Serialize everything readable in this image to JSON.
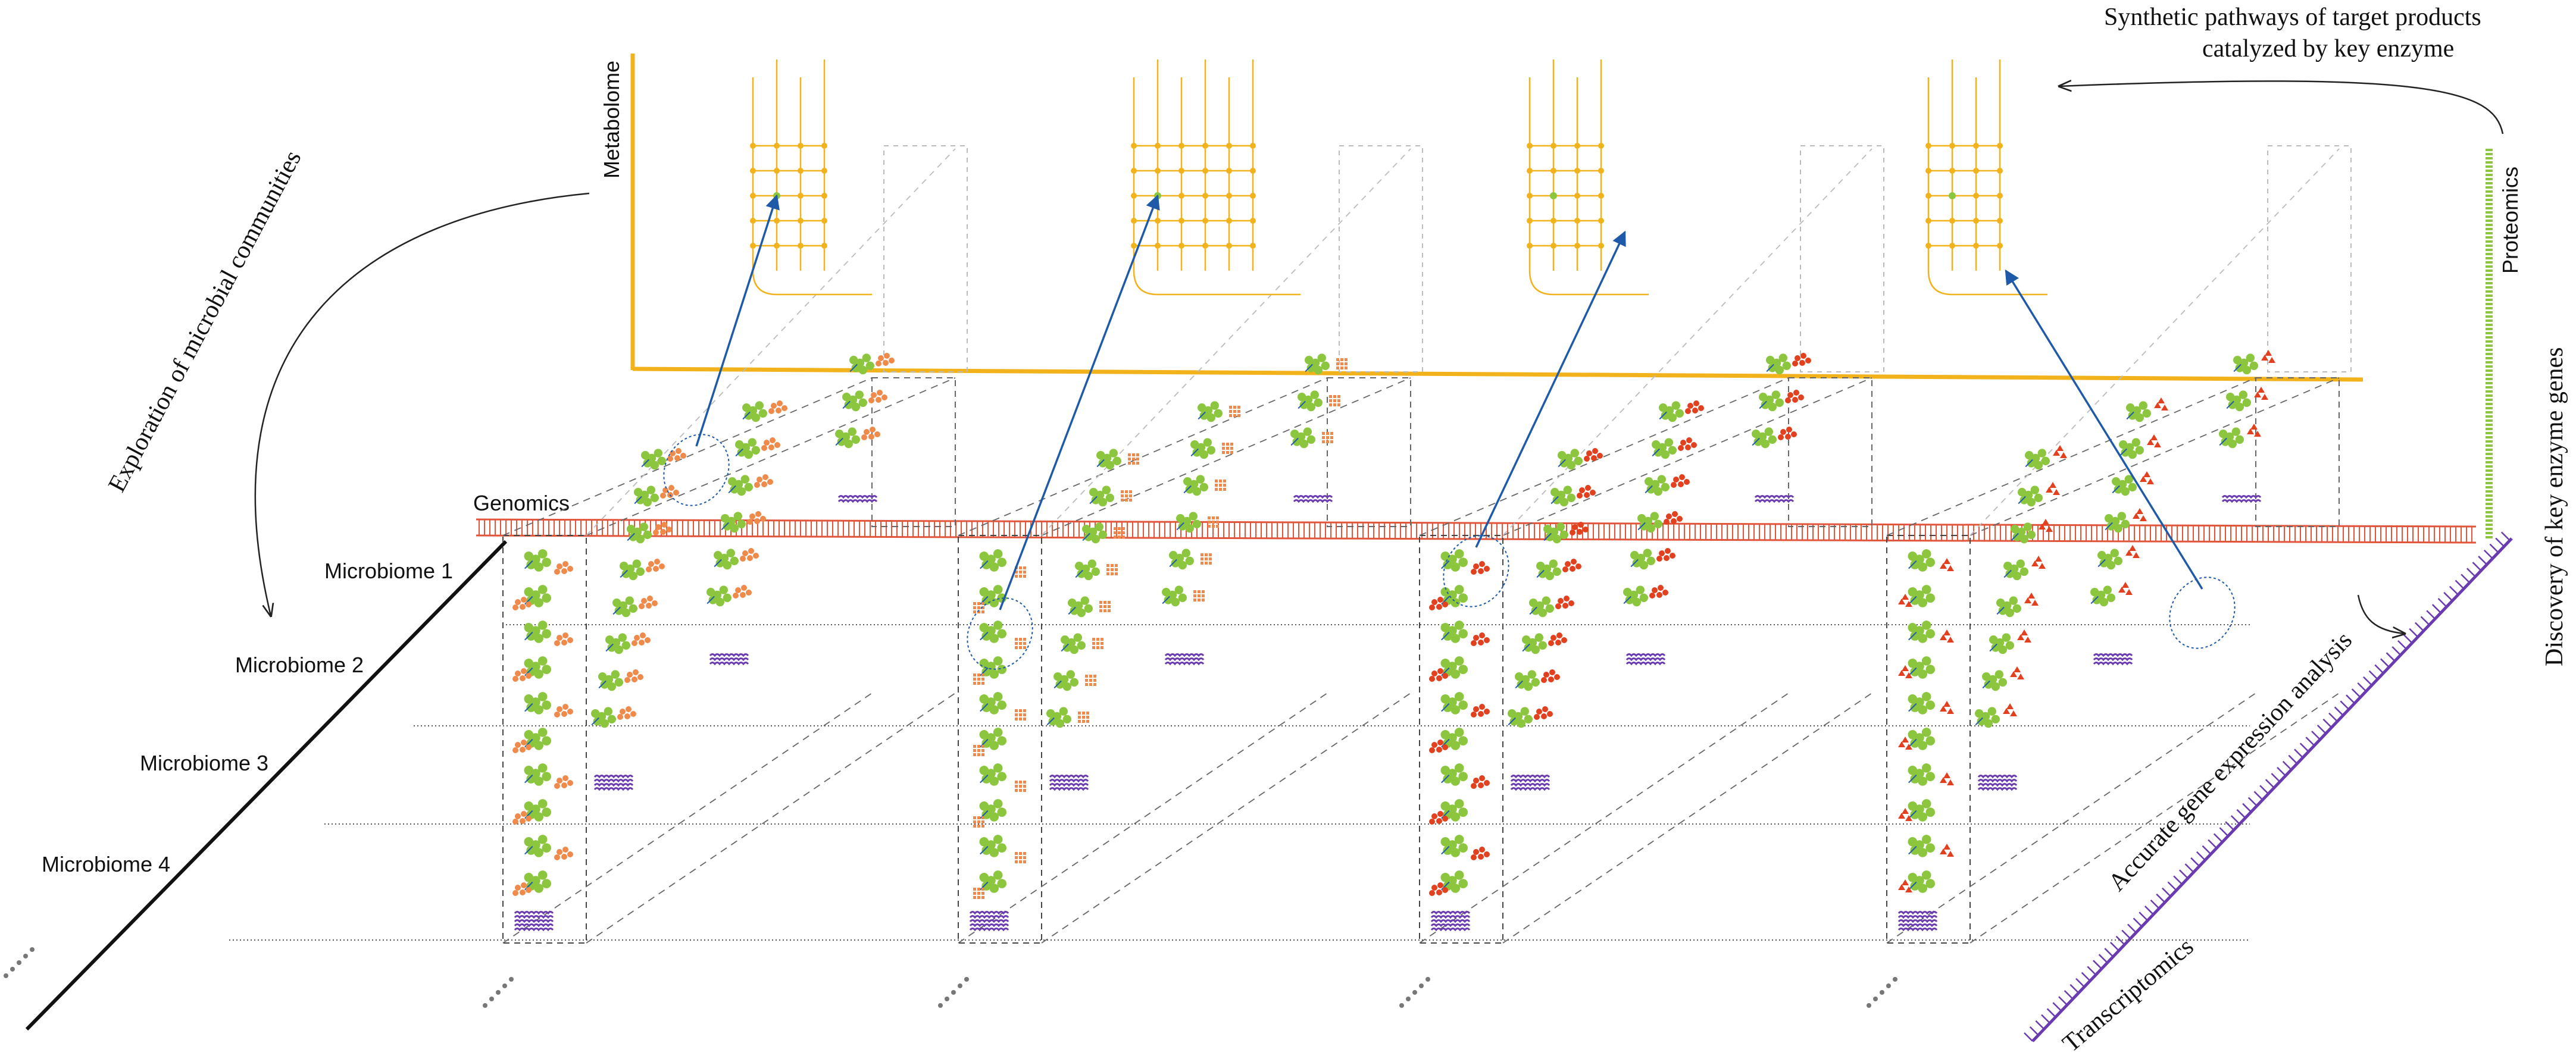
{
  "labels": {
    "metabolome": "Metabolome",
    "genomics": "Genomics",
    "proteomics": "Proteomics",
    "transcriptomics": "Transcriptomics",
    "exploration": "Exploration of microbial communities",
    "synthetic_line1": "Synthetic pathways of target products",
    "synthetic_line2": "catalyzed by key enzyme",
    "discovery": "Discovery of key enzyme genes",
    "accurate": "Accurate gene expression analysis"
  },
  "microbiomes": [
    "Microbiome 1",
    "Microbiome 2",
    "Microbiome 3",
    "Microbiome 4"
  ],
  "colors": {
    "metabolome_axis": "#f2b21c",
    "pathway": "#f2b21c",
    "dna": "#e2553a",
    "protein": "#8cc63f",
    "mrna": "#6a3ab0",
    "metabolite_light": "#f08a4b",
    "metabolite_red": "#e2401e",
    "arrow": "#1f5aa8",
    "proteomics_bar": "#8cc63f",
    "transcriptomics_bar": "#6a3ab0"
  }
}
